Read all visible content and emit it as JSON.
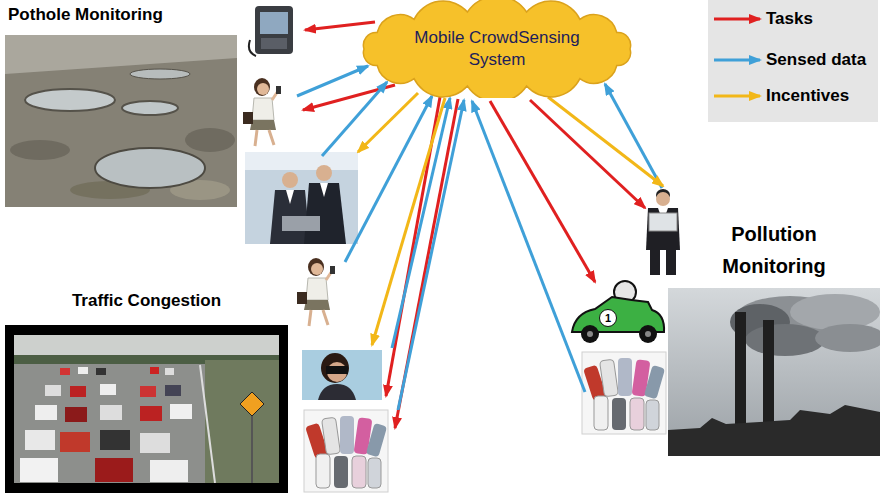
{
  "diagram": {
    "nodes": [
      {
        "text": [
          "Pothole Monitoring"
        ]
      },
      {
        "text": [
          "Mobile CrowdSensing System"
        ]
      },
      {
        "text": [
          "Pollution Monitoring"
        ]
      },
      {
        "text": [
          "Traffic Congestion"
        ]
      }
    ],
    "labels": [
      "1"
    ],
    "legend": [
      {
        "text": "Tasks"
      },
      {
        "text": "Sensed data"
      },
      {
        "text": "Incentives"
      }
    ]
  }
}
